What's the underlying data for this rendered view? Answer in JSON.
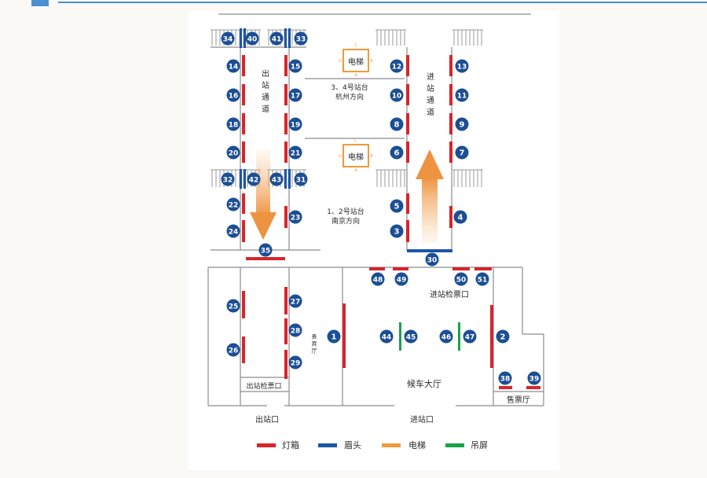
{
  "header": {
    "accent_color": "#4a8fd0"
  },
  "colors": {
    "lightbox": "#d6252b",
    "lintel": "#1c57a3",
    "elevator": "#ef9a3b",
    "screen": "#16a34a",
    "badge": "#1c4f93",
    "arrow": "#f0a050"
  },
  "floorplan": {
    "platform_34": "3、4号站台",
    "platform_34_dir": "杭州方向",
    "platform_12": "1、2号站台",
    "platform_12_dir": "南京方向",
    "exit_passage": "出站通道",
    "entry_passage": "进站通道",
    "elevator": "电梯",
    "elevator_letters": [
      "C",
      "B",
      "D",
      "A"
    ],
    "entry_check": "进站检票口",
    "exit_check": "出站检票口",
    "vip_hall": "贵宾厅",
    "waiting_hall": "候车大厅",
    "ticket_hall": "售票厅",
    "exit_gate": "出站口",
    "entry_gate": "进站口"
  },
  "badges": [
    "34",
    "40",
    "41",
    "33",
    "14",
    "15",
    "12",
    "13",
    "16",
    "17",
    "10",
    "11",
    "18",
    "19",
    "8",
    "9",
    "20",
    "21",
    "6",
    "7",
    "32",
    "42",
    "43",
    "31",
    "22",
    "23",
    "5",
    "4",
    "24",
    "3",
    "35",
    "30",
    "48",
    "49",
    "50",
    "51",
    "25",
    "27",
    "1",
    "2",
    "28",
    "44",
    "45",
    "46",
    "47",
    "26",
    "29",
    "38",
    "39"
  ],
  "legend": [
    {
      "label": "灯箱",
      "color": "#d6252b"
    },
    {
      "label": "眉头",
      "color": "#1c57a3"
    },
    {
      "label": "电梯",
      "color": "#ef9a3b"
    },
    {
      "label": "吊屏",
      "color": "#16a34a"
    }
  ]
}
